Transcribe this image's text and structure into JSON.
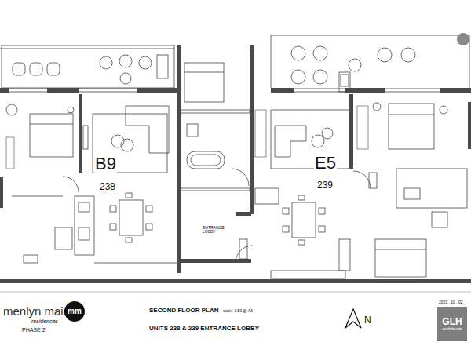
{
  "diagram": {
    "title": "SECOND FLOOR PLAN",
    "nodes": [
      {
        "text": [
          "mm"
        ]
      },
      {
        "text": [
          "GLH",
          "architects"
        ]
      }
    ],
    "labels": [
      "B9",
      "238",
      "E5",
      "239",
      "ENTRANCE LOBBY",
      "menlyn maine",
      "residences",
      "PHASE 2",
      "scale: 1:50 @ A3",
      "UNITS 238 & 239 ENTRANCE LOBBY",
      "N",
      "2023 . 10 . 02"
    ]
  }
}
